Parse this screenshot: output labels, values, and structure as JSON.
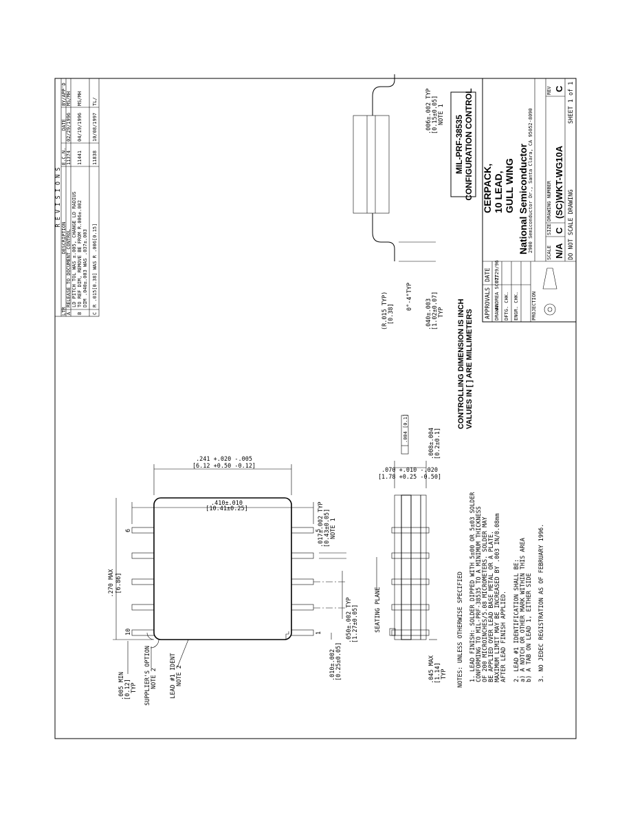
{
  "revisions": {
    "title": "R E V I S I O N S",
    "headers": [
      "LTR",
      "DESCRIPTION",
      "E.C.N.",
      "DATE",
      "BY/APP'D"
    ],
    "rows": [
      {
        "ltr": "A",
        "desc": [
          "RELEASE TO DOCUMENT CONTROL"
        ],
        "ecn": "11374",
        "date": "02/29/1996",
        "by": "MS/MH"
      },
      {
        "ltr": "B",
        "desc": [
          "LD PITCH TOL WAS ±.005, CHANGE LD RADIUS",
          "TO REF DIM, REMOVE BE FROM R.006±.002",
          "DIM .040±.003 WAS .037±.003"
        ],
        "ecn": "11441",
        "date": "04/19/1996",
        "by": "MS/MH"
      },
      {
        "ltr": "C",
        "desc": [
          "R .015[0.38] WAS R .006[0.15]"
        ],
        "ecn": "11838",
        "date": "10/08/1997",
        "by": "TL/"
      }
    ]
  },
  "dimensions": {
    "body_length": ".270 MAX",
    "body_length_mm": "[6.86]",
    "overall_width": ".410±.010",
    "overall_width_mm": "[10.41±0.25]",
    "body_width": ".241 +.020 -.005",
    "body_width_mm": "[6.12 +0.50 -0.12]",
    "lead_width": ".017±.002 TYP",
    "lead_width_mm": "[0.43±0.05]",
    "lead_width_note": "NOTE 1",
    "lead_pitch": ".050±.002 TYP",
    "lead_pitch_mm": "[1.27±0.05]",
    "notch_dim": ".010±.002",
    "notch_dim_mm": "[0.25±0.05]",
    "corner_min": ".005 MIN",
    "corner_min_mm": "[0.12]",
    "corner_typ": "TYP",
    "height": ".070 +.010 -.020",
    "height_mm": "[1.78 +0.25 -0.50]",
    "standoff": ".008±.004",
    "standoff_mm": "[0.2±0.1]",
    "lead_len_max": ".045 MAX",
    "lead_len_max_mm": "[1.14]",
    "lead_len_typ": "TYP",
    "flatness": ".004 [0.1]",
    "lead_thickness": ".006±.002 TYP",
    "lead_thickness_mm": "[0.15±0.05]",
    "lead_thickness_note": "NOTE 1",
    "radius": "(R.015 TYP)",
    "radius_mm": "[0.38]",
    "angle": "0°-4°TYP",
    "foot": ".040±.003",
    "foot_mm": "[1.02±0.07]",
    "foot_typ": "TYP"
  },
  "labels": {
    "pin_1": "1",
    "pin_5": "5",
    "pin_6": "6",
    "pin_10": "10",
    "suppliers_option": "SUPPLIER'S OPTION",
    "suppliers_note": "NOTE 2",
    "lead1_ident": "LEAD #1 IDENT",
    "lead1_note": "NOTE 2",
    "seating_plane": "SEATING PLANE",
    "controlling_1": "CONTROLLING DIMENSION IS INCH",
    "controlling_2": "VALUES IN [ ] ARE MILLIMETERS"
  },
  "notes": {
    "heading": "NOTES: UNLESS OTHERWISE SPECIFIED",
    "note1": [
      "1.  LEAD FINISH: SOLDER DIPPED WITH 5±00 OR 5±03 SOLDER",
      "    CONFORMING TO MIL-PRF-38535 TO A MINIMUM THICKNESS",
      "    OF 200 MICROINCHES/5.08 MICROMETERS. SOLDER MAY",
      "    BE APPLIED OVER LEAD BASE METAL OR A PLATE.",
      "    MAXIMUM LIMIT MAY BE INCREASED BY .003 IN/0.08mm",
      "    AFTER LEAD FINISH APPLIED."
    ],
    "note2": [
      "2.  LEAD #1 IDENTIFICATION SHALL BE:",
      "    a) A NOTCH OR OTHER MARK WITHIN THIS AREA",
      "    b) A TAB ON LEAD 1, EITHER SIDE"
    ],
    "note3": [
      "3.  NO JEDEC REGISTRATION AS OF FEBRUARY 1996."
    ]
  },
  "config": {
    "line1": "MIL-PRF-38535",
    "line2": "CONFIGURATION CONTROL"
  },
  "title_block": {
    "approvals": "APPROVALS",
    "date_label": "DATE",
    "drawn_label": "DRAWN",
    "drawn_name": "ANDREA SCOTT",
    "drawn_date": "02/29/96",
    "dftg_chk": "DFTG. CHK.",
    "engr_chk": "ENGR. CHK.",
    "projection": "PROJECTION",
    "company": "National Semiconductor",
    "address": "2900 Semiconductor Dr., Santa Clara, CA 95052-8090",
    "title_1": "CERPACK,",
    "title_2": "10 LEAD,",
    "title_3": "GULL WING",
    "scale_label": "SCALE",
    "scale": "N/A",
    "size_label": "SIZE",
    "size": "C",
    "dwg_label": "DRAWING NUMBER",
    "dwg_number": "(SC)WKT-WG10A",
    "rev_label": "REV",
    "rev": "C",
    "do_not_scale": "DO NOT SCALE DRAWING",
    "sheet": "SHEET 1 of 1"
  }
}
